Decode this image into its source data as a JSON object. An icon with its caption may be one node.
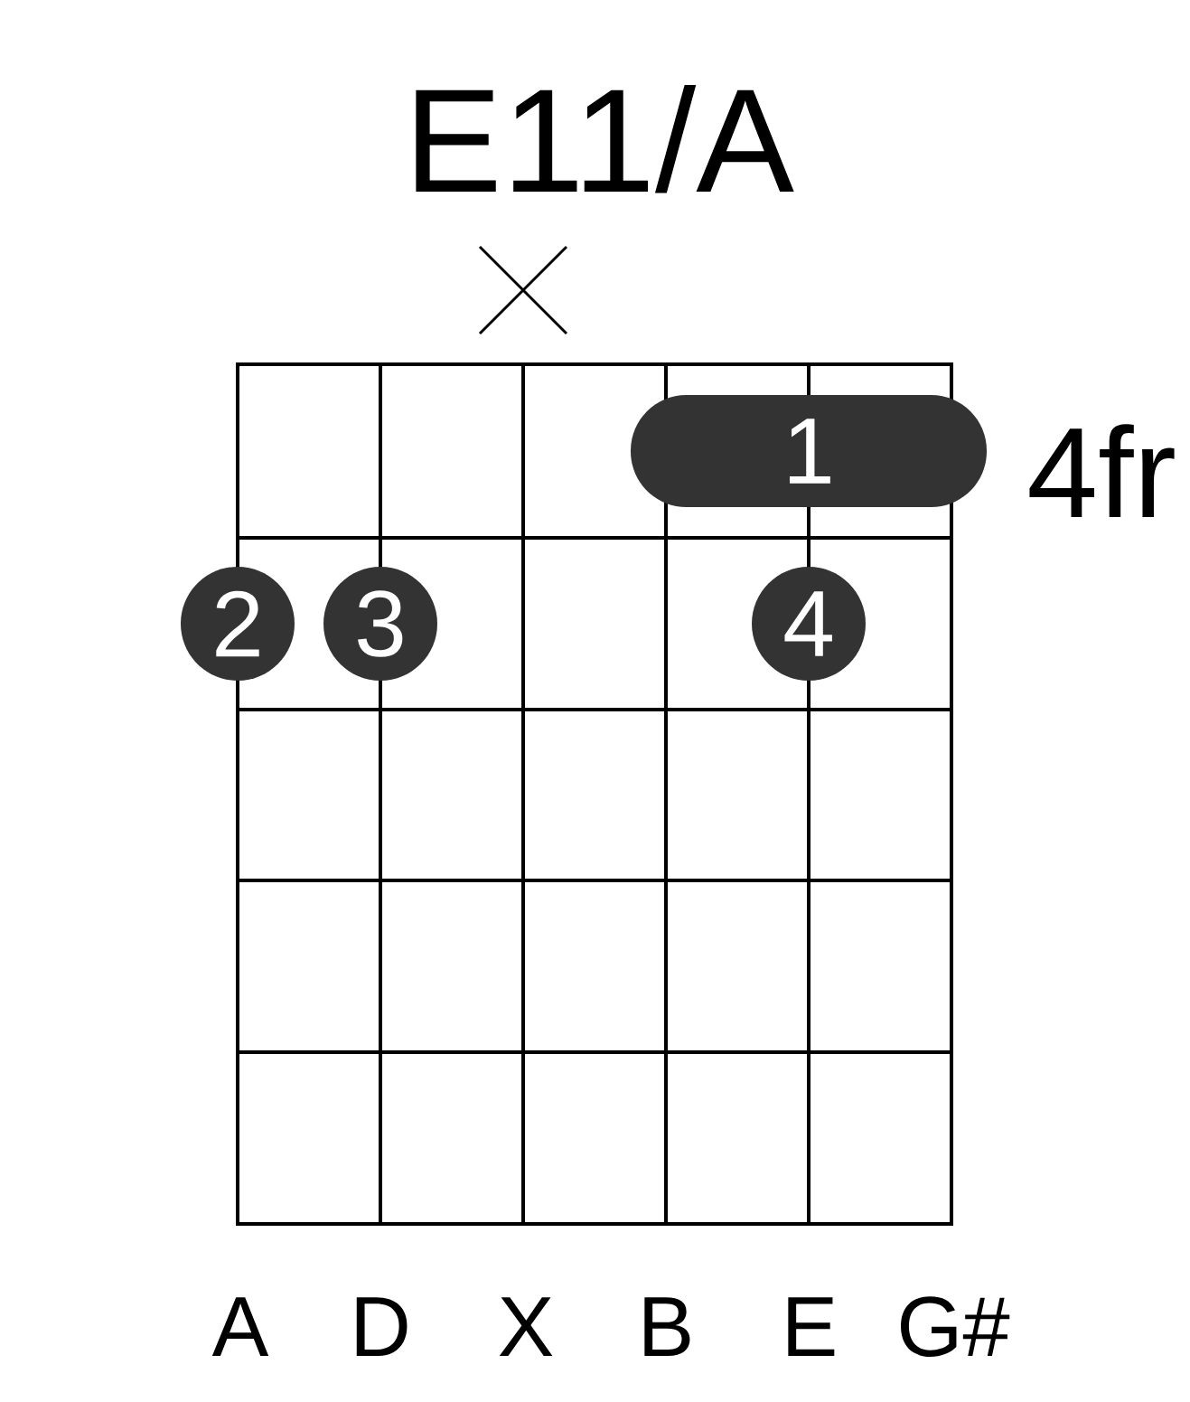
{
  "diagram": {
    "title": "E11/A",
    "nodes": [
      {
        "text": [
          "1"
        ]
      },
      {
        "text": [
          "2"
        ]
      },
      {
        "text": [
          "3"
        ]
      },
      {
        "text": [
          "4"
        ]
      }
    ],
    "labels": [
      "4fr",
      "A",
      "D",
      "X",
      "B",
      "E",
      "G#"
    ]
  }
}
